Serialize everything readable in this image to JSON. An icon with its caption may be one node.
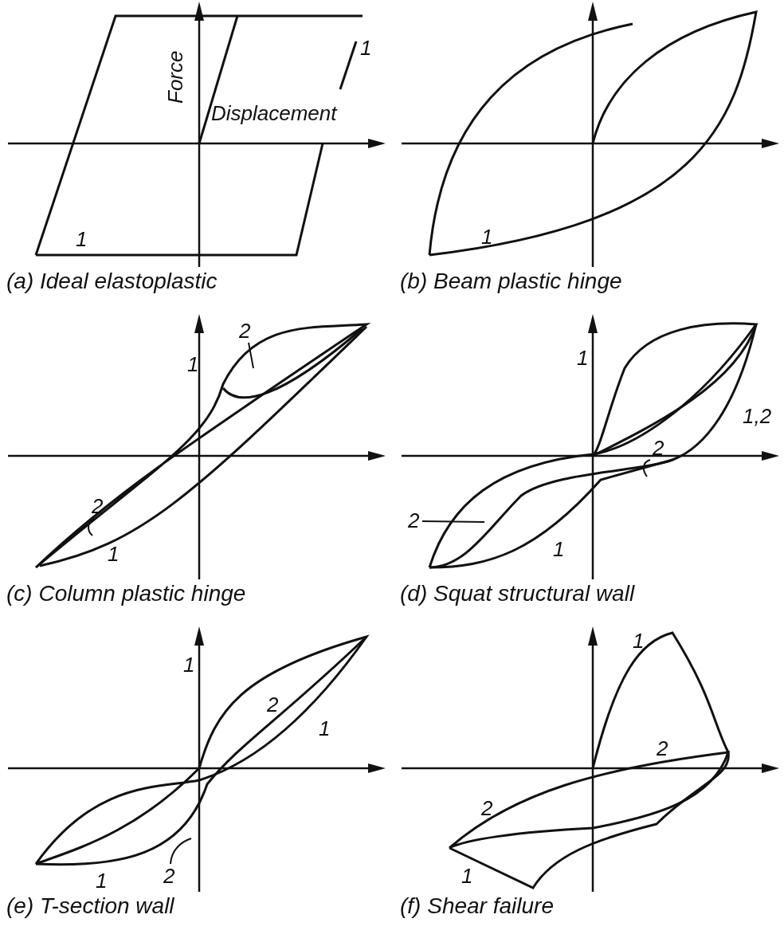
{
  "diagram": {
    "nodes": [
      {
        "text": [
          "2"
        ]
      },
      {
        "text": [
          "2"
        ]
      },
      {
        "text": [
          "2"
        ]
      },
      {
        "text": [
          "2"
        ]
      },
      {
        "text": [
          "2"
        ]
      }
    ],
    "edges": [
      {
        "from": 0,
        "to": null,
        "arrow": "none"
      },
      {
        "from": 1,
        "to": null,
        "arrow": "none"
      },
      {
        "from": 2,
        "to": null,
        "arrow": "none"
      },
      {
        "from": 3,
        "to": null,
        "arrow": "none"
      },
      {
        "from": 4,
        "to": null,
        "arrow": "none"
      }
    ],
    "labels": [
      "Force",
      "Displacement",
      "1",
      "1",
      "(a) Ideal elastoplastic",
      "1",
      "(b) Beam plastic hinge",
      "1",
      "1",
      "(c) Column plastic hinge",
      "1",
      "1,2",
      "1",
      "(d) Squat structural wall",
      "1",
      "2",
      "1",
      "1",
      "(e) T-section wall",
      "1",
      "2",
      "2",
      "1",
      "(f) Shear failure"
    ]
  }
}
